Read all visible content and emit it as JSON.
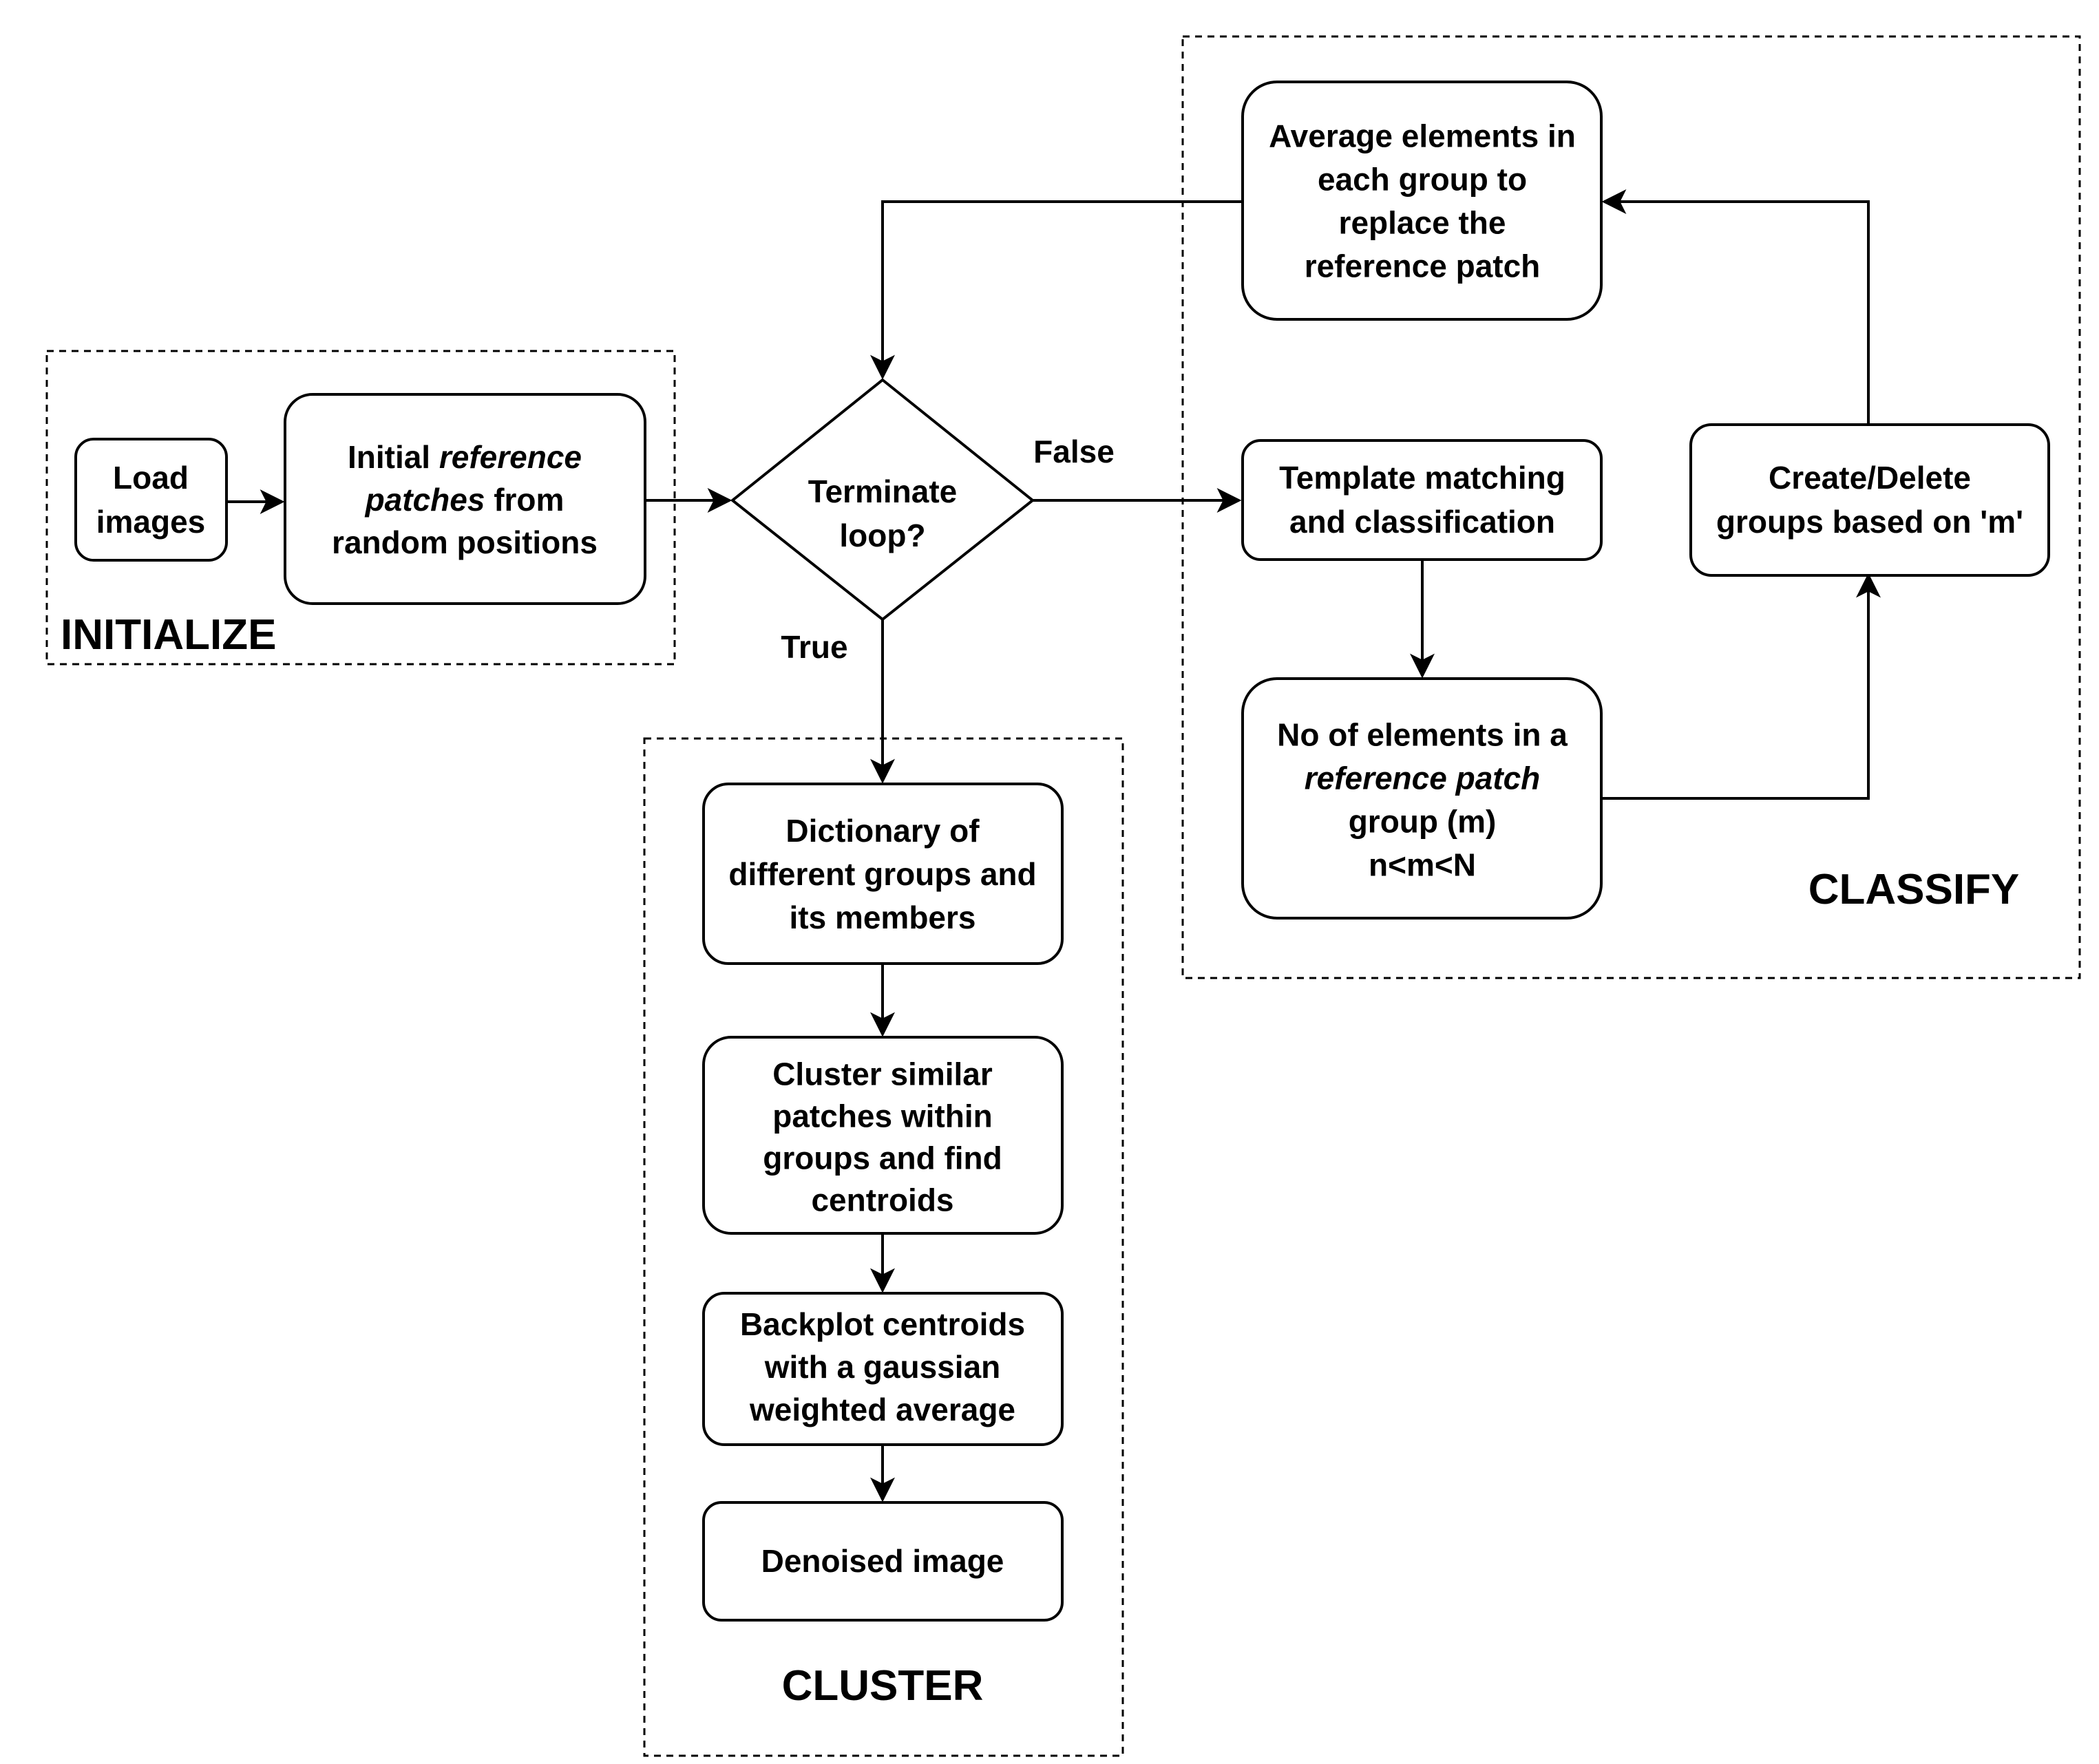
{
  "groups": {
    "initialize": "INITIALIZE",
    "cluster": "CLUSTER",
    "classify": "CLASSIFY"
  },
  "nodes": {
    "load_images": [
      "Load",
      "images"
    ],
    "initial_patches": [
      [
        {
          "t": "Initial "
        },
        {
          "t": "reference",
          "i": true
        }
      ],
      [
        {
          "t": "patches",
          "i": true
        },
        {
          "t": " from"
        }
      ],
      [
        {
          "t": "random positions"
        }
      ]
    ],
    "terminate": [
      "Terminate",
      "loop?"
    ],
    "average": [
      "Average elements in",
      "each group to",
      "replace the",
      "reference patch"
    ],
    "template": [
      "Template matching",
      "and classification"
    ],
    "create_delete": [
      "Create/Delete",
      "groups based on 'm'"
    ],
    "no_elements": [
      [
        {
          "t": "No of elements in a"
        }
      ],
      [
        {
          "t": "reference patch",
          "i": true
        }
      ],
      [
        {
          "t": "group (m)"
        }
      ],
      [
        {
          "t": "n<m<N"
        }
      ]
    ],
    "dictionary": [
      "Dictionary of",
      "different groups and",
      "its members"
    ],
    "cluster_similar": [
      "Cluster similar",
      "patches within",
      "groups and find",
      "centroids"
    ],
    "backplot": [
      "Backplot centroids",
      "with a gaussian",
      "weighted average"
    ],
    "denoised": [
      "Denoised image"
    ]
  },
  "edge_labels": {
    "false": "False",
    "true": "True"
  }
}
